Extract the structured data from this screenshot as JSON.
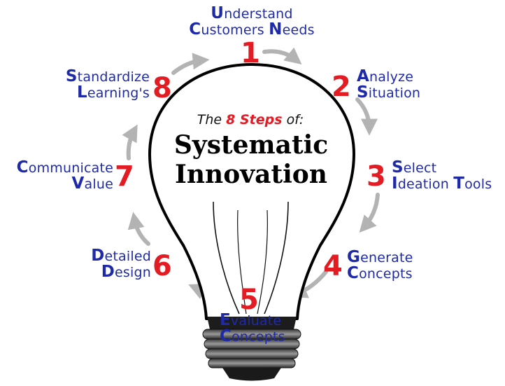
{
  "title": {
    "prefix": "The",
    "accent": "8 Steps",
    "suffix": "of:",
    "line1": "Systematic",
    "line2": "Innovation"
  },
  "steps": [
    {
      "number": "1",
      "lines": [
        "Understand",
        "Customers Needs"
      ]
    },
    {
      "number": "2",
      "lines": [
        "Analyze",
        "Situation"
      ]
    },
    {
      "number": "3",
      "lines": [
        "Select",
        "Ideation Tools"
      ]
    },
    {
      "number": "4",
      "lines": [
        "Generate",
        "Concepts"
      ]
    },
    {
      "number": "5",
      "lines": [
        "Evaluate",
        "Concepts"
      ]
    },
    {
      "number": "6",
      "lines": [
        "Detailed",
        "Design"
      ]
    },
    {
      "number": "7",
      "lines": [
        "Communicate",
        "Value"
      ]
    },
    {
      "number": "8",
      "lines": [
        "Standardize",
        "Learning's"
      ]
    }
  ],
  "colors": {
    "step_number": "#e31b23",
    "step_label": "#1f2aa8",
    "title_accent": "#e31b23",
    "arrow": "#b3b3b3",
    "bulb_outline": "#000000",
    "bulb_fill": "#ffffff",
    "base_dark": "#2b2b2b",
    "base_light": "#cfcfcf"
  },
  "icons": {
    "bulb": "light-bulb-icon",
    "cycle_arrow": "curved-arrow-icon"
  }
}
